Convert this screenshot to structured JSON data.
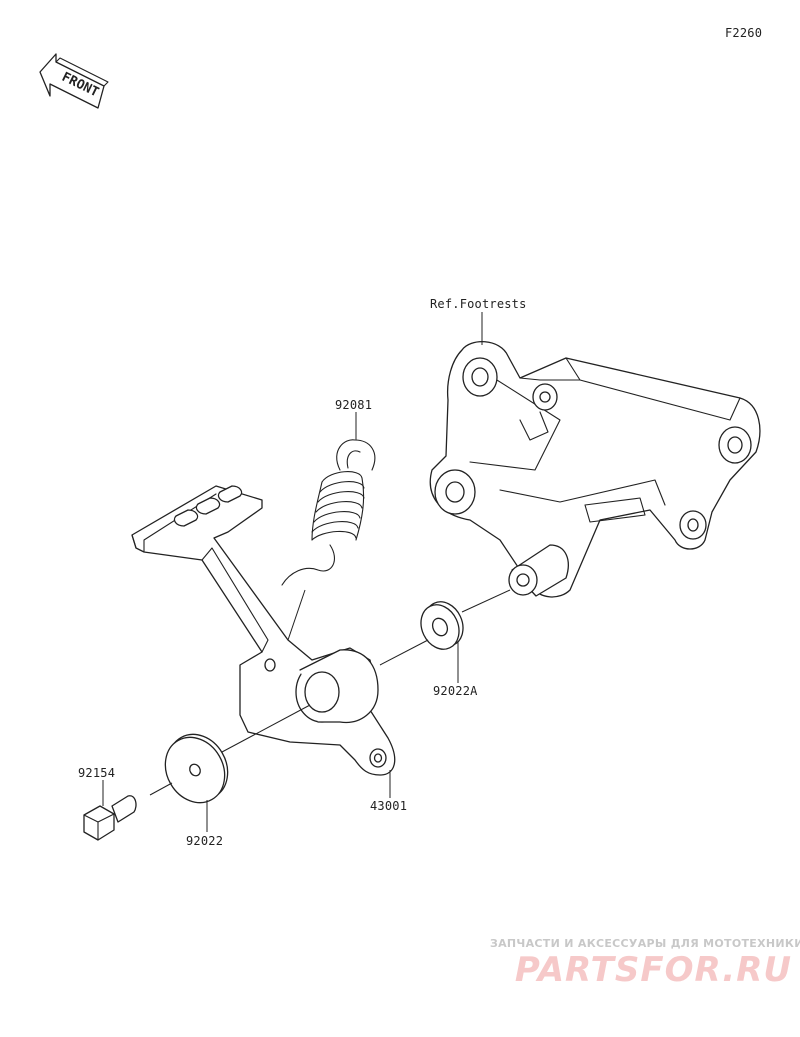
{
  "figure_code": "F2260",
  "front_arrow": {
    "label": "FRONT",
    "icon": "front-arrow-icon"
  },
  "reference": {
    "label": "Ref.Footrests"
  },
  "parts": [
    {
      "id": "spring",
      "number": "92081"
    },
    {
      "id": "washer_a",
      "number": "92022A"
    },
    {
      "id": "brake_pedal",
      "number": "43001"
    },
    {
      "id": "bolt",
      "number": "92154"
    },
    {
      "id": "washer",
      "number": "92022"
    }
  ],
  "watermark": {
    "tagline": "ЗАПЧАСТИ И АКСЕССУАРЫ ДЛЯ МОТОТЕХНИКИ",
    "brand": "PARTSFOR.RU"
  }
}
